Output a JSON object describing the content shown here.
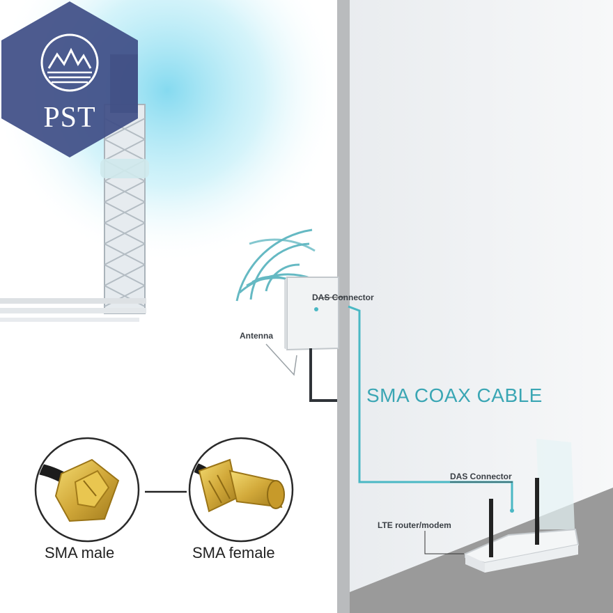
{
  "logo": {
    "text": "PST"
  },
  "labels": {
    "main_cable": "SMA COAX CABLE",
    "outdoor_port": "DAS Connector",
    "outdoor_antenna": "Antenna",
    "router_port": "DAS Connector",
    "router": "LTE router/modem"
  },
  "connectors": {
    "male": "SMA male",
    "female": "SMA female"
  },
  "colors": {
    "cable": "#4ab8c4",
    "signal_glow": "#9fe2f1",
    "logo_bg": "#3f4f86",
    "connector_gold": "#d7b43b",
    "wall": "#f4f5f6",
    "floor": "#9a9a9a"
  }
}
